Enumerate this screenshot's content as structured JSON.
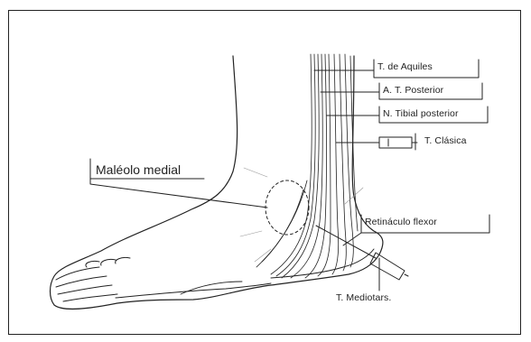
{
  "labels": {
    "achilles": "T. de Aquiles",
    "post_tibial_artery": "A. T. Posterior",
    "post_tibial_nerve": "N. Tibial posterior",
    "classic": "T. Clásica",
    "medial_malleolus": "Maléolo medial",
    "flexor_retinaculum": "Retináculo flexor",
    "midtarsal": "T. Mediotars."
  },
  "colors": {
    "line": "#222222",
    "frame": "#222222",
    "background": "#ffffff"
  }
}
